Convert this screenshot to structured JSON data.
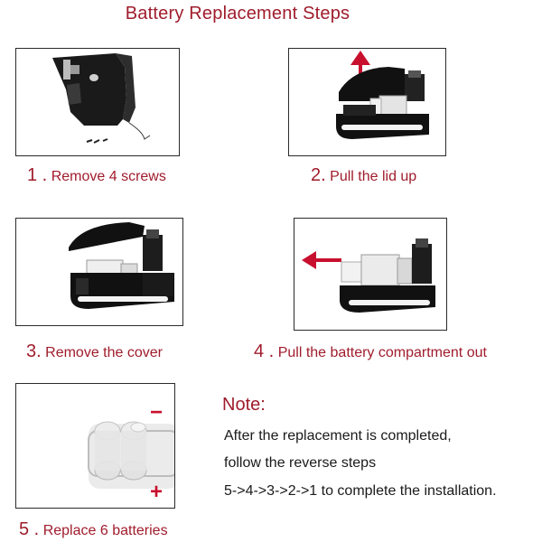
{
  "title": "Battery Replacement Steps",
  "steps": [
    {
      "num": "1 .",
      "text": "Remove 4 screws"
    },
    {
      "num": "2.",
      "text": "Pull the lid up"
    },
    {
      "num": "3.",
      "text": "Remove the cover"
    },
    {
      "num": "4 .",
      "text": "Pull the battery compartment out"
    },
    {
      "num": "5 .",
      "text": "Replace 6 batteries"
    }
  ],
  "note": {
    "title": "Note:",
    "lines": [
      "After the replacement is completed,",
      "follow the reverse steps",
      "5->4->3->2->1 to complete the installation."
    ]
  },
  "battery_minus": "−",
  "battery_plus": "+",
  "colors": {
    "accent": "#a01c2c",
    "arrow": "#c8102e",
    "device": "#111111"
  }
}
